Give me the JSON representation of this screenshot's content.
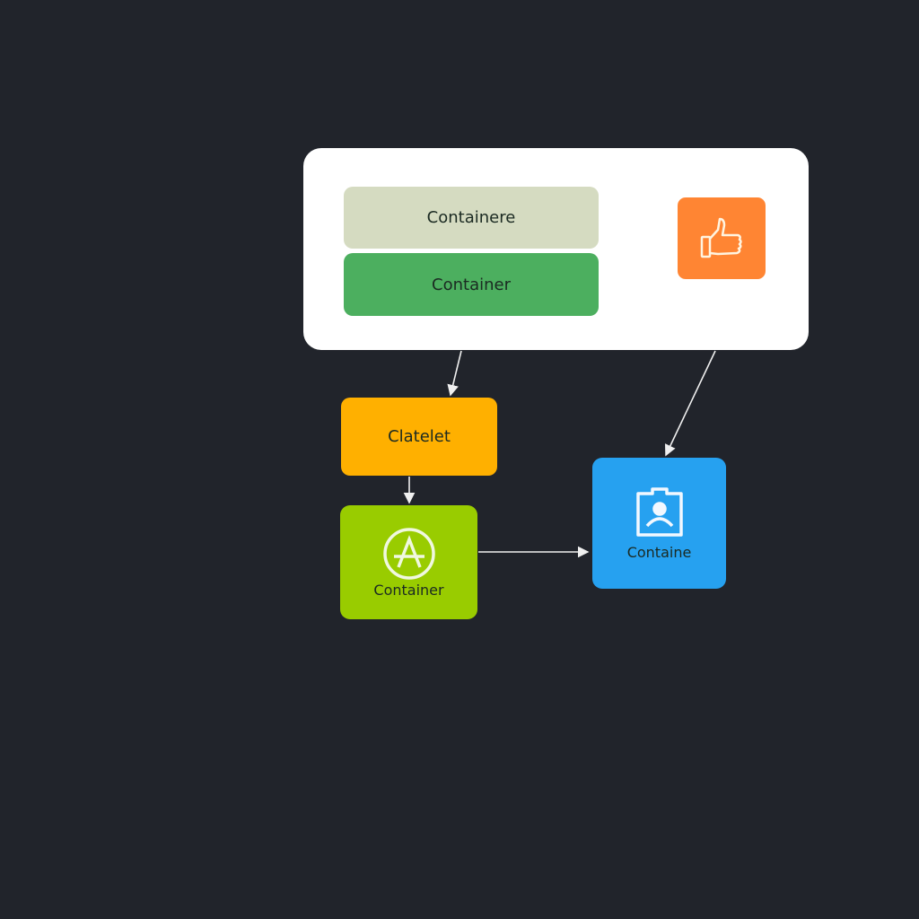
{
  "nodes": {
    "top_box": "Containere",
    "middle_box": "Container",
    "orange_box": "Clatelet",
    "green_box": "Containe​r",
    "blue_box": "Containe"
  },
  "icons": {
    "thumb": "thumbs-up-icon",
    "app": "app-store-icon",
    "contact": "contact-badge-icon"
  },
  "colors": {
    "background": "#21242b",
    "top_box": "#d5dbc1",
    "middle_box": "#4caf5f",
    "thumb": "#ff8533",
    "orange": "#ffb000",
    "green": "#99cc00",
    "blue": "#26a1f0"
  }
}
